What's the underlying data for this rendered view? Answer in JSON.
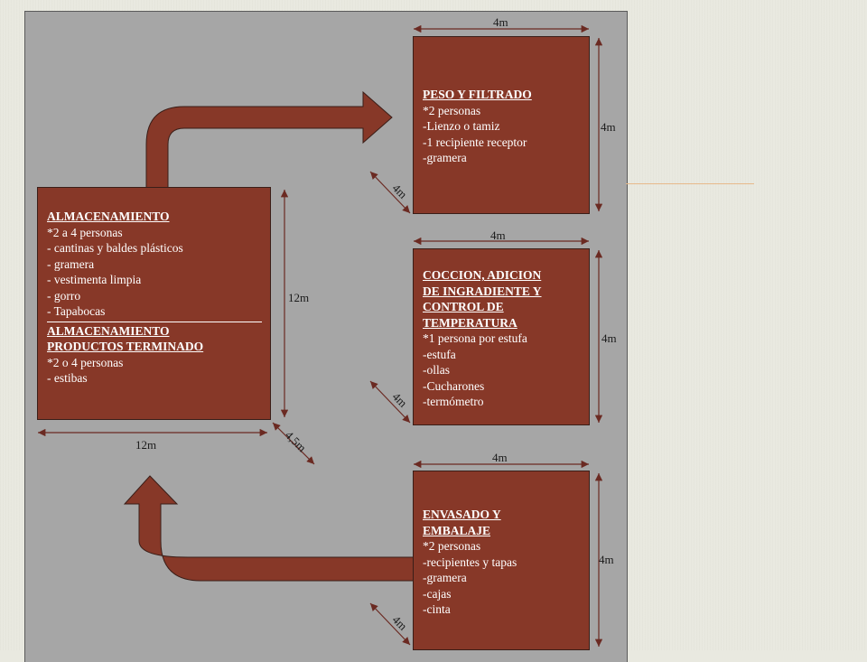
{
  "colors": {
    "box": "#873828",
    "panel": "#a6a6a6",
    "arrow": "#873828",
    "dim_line": "#6b2a22"
  },
  "storage": {
    "title": "ALMACENAMIENTO",
    "lines": [
      "*2 a 4 personas",
      "- cantinas y baldes plásticos",
      "- gramera",
      "- vestimenta limpia",
      "- gorro",
      "- Tapabocas"
    ],
    "title2_a": "ALMACENAMIENTO",
    "title2_b": "PRODUCTOS TERMINADO",
    "lines2": [
      "*2 o 4 personas",
      "- estibas"
    ],
    "dim_height": "12m",
    "dim_width": "12m",
    "dim_diag": "4,5m"
  },
  "weigh": {
    "title": "PESO Y FILTRADO",
    "lines": [
      "*2 personas",
      "-Lienzo o tamiz",
      "-1 recipiente receptor",
      "-gramera"
    ],
    "dim_top": "4m",
    "dim_right": "4m",
    "dim_diag": "4m"
  },
  "cook": {
    "title_lines": [
      "COCCION, ADICION",
      "DE INGRADIENTE Y",
      "CONTROL DE",
      "TEMPERATURA"
    ],
    "lines": [
      "*1 persona por estufa",
      "-estufa",
      "-ollas",
      "-Cucharones",
      "-termómetro"
    ],
    "dim_top": "4m",
    "dim_right": "4m",
    "dim_diag": "4m"
  },
  "pack": {
    "title_lines": [
      "ENVASADO Y",
      "EMBALAJE"
    ],
    "lines": [
      "*2 personas",
      "-recipientes y tapas",
      "-gramera",
      "-cajas",
      "-cinta"
    ],
    "dim_top": "4m",
    "dim_right": "4m",
    "dim_diag": "4m"
  }
}
